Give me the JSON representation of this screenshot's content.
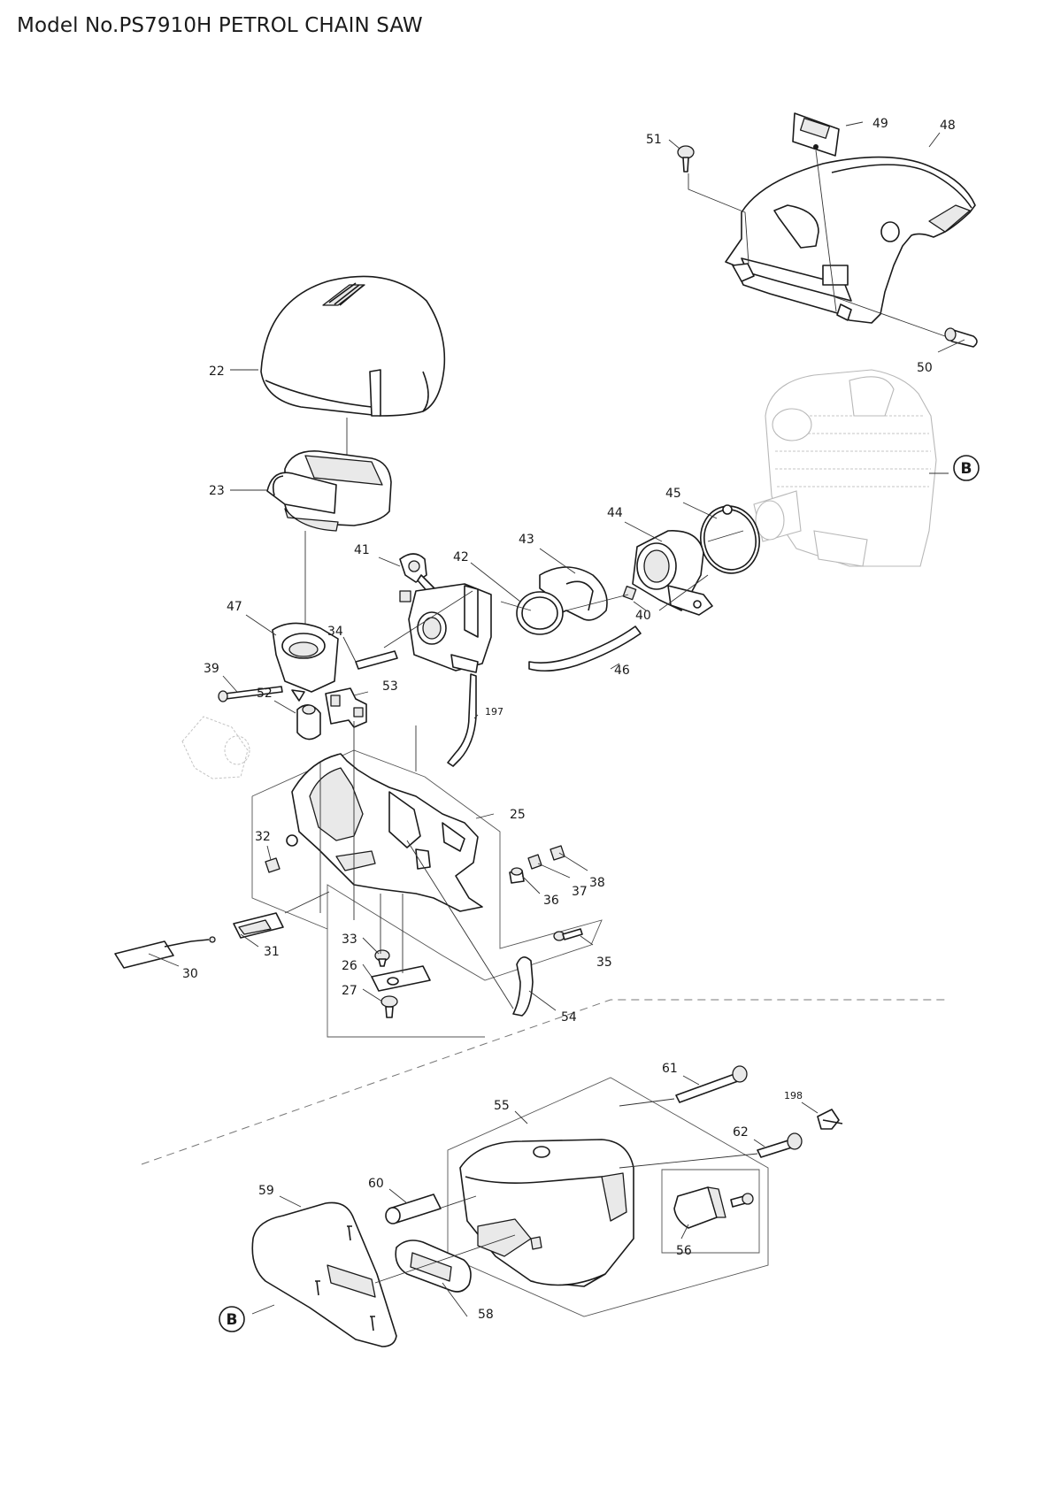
{
  "title": "Model No.PS7910H PETROL CHAIN SAW",
  "reference_marker": "B",
  "parts": [
    {
      "no": "22"
    },
    {
      "no": "23"
    },
    {
      "no": "25"
    },
    {
      "no": "26"
    },
    {
      "no": "27"
    },
    {
      "no": "30"
    },
    {
      "no": "31"
    },
    {
      "no": "32"
    },
    {
      "no": "33"
    },
    {
      "no": "34"
    },
    {
      "no": "35"
    },
    {
      "no": "36"
    },
    {
      "no": "37"
    },
    {
      "no": "38"
    },
    {
      "no": "39"
    },
    {
      "no": "40"
    },
    {
      "no": "41"
    },
    {
      "no": "42"
    },
    {
      "no": "43"
    },
    {
      "no": "44"
    },
    {
      "no": "45"
    },
    {
      "no": "46"
    },
    {
      "no": "47"
    },
    {
      "no": "48"
    },
    {
      "no": "49"
    },
    {
      "no": "50"
    },
    {
      "no": "51"
    },
    {
      "no": "52"
    },
    {
      "no": "53"
    },
    {
      "no": "54"
    },
    {
      "no": "55"
    },
    {
      "no": "56"
    },
    {
      "no": "58"
    },
    {
      "no": "59"
    },
    {
      "no": "60"
    },
    {
      "no": "61"
    },
    {
      "no": "62"
    },
    {
      "no": "197"
    },
    {
      "no": "198"
    }
  ]
}
